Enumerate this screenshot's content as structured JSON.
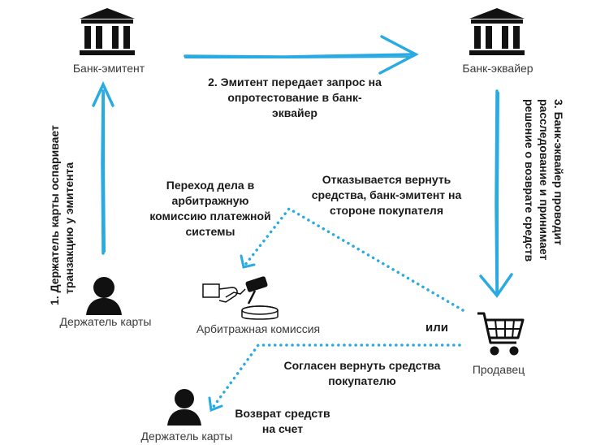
{
  "colors": {
    "arrow": "#29abe2",
    "icon": "#111111",
    "text": "#1a1a1a",
    "label": "#3a3a3a"
  },
  "nodes": {
    "issuer": "Банк-эмитент",
    "acquirer": "Банк-эквайер",
    "cardholder": "Держатель карты",
    "arbitration": "Арбитражная комиссия",
    "merchant": "Продавец",
    "cardholder_bottom": "Держатель карты"
  },
  "icons": {
    "issuer": "bank-icon",
    "acquirer": "bank-icon",
    "cardholder": "person-icon",
    "arbitration": "gavel-icon",
    "merchant": "shopping-cart-icon",
    "cardholder_bottom": "person-icon"
  },
  "steps": {
    "step1": [
      "1.  Держатель карты оспаривает",
      "транзакцию у эмитента"
    ],
    "step2": [
      "2. Эмитент передает запрос на",
      "опротестование в банк-",
      "эквайер"
    ],
    "step3": [
      "3. Банк-эквайер проводит",
      "расследование и принимает",
      "решение о возврате средств"
    ]
  },
  "branches": {
    "refuse": [
      "Отказывается вернуть",
      "средства, банк-эмитент на",
      "стороне покупателя"
    ],
    "arbitration_transfer": [
      "Переход дела в",
      "арбитражную",
      "комиссию платежной",
      "системы"
    ],
    "or": "или",
    "agree": [
      "Согласен вернуть средства",
      "покупателю"
    ],
    "refund": [
      "Возврат средств",
      "на счет"
    ]
  }
}
